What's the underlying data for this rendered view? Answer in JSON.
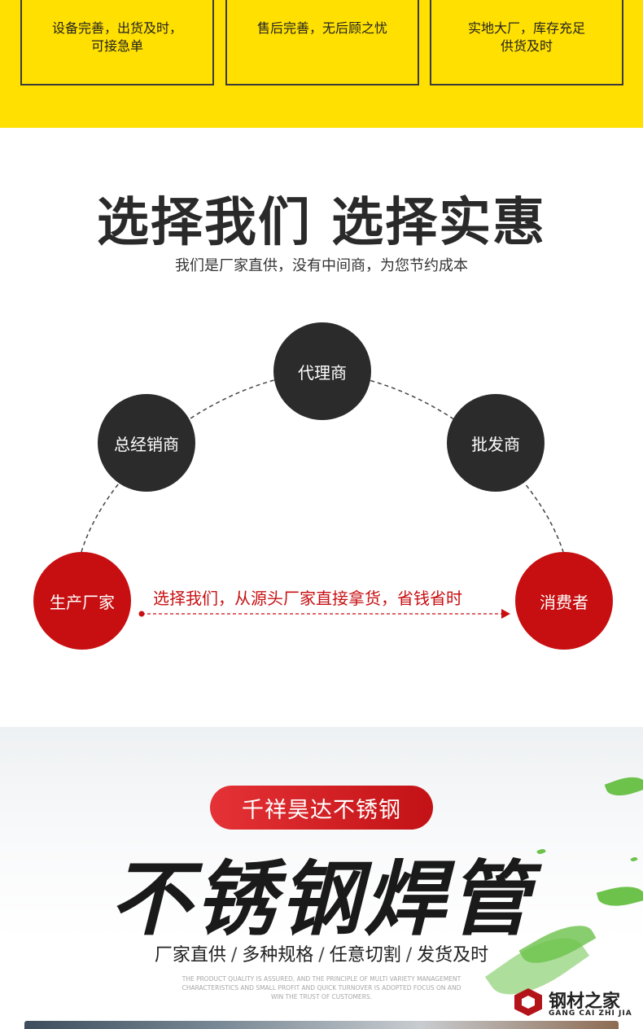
{
  "features": [
    {
      "line1": "设备完善，出货及时，",
      "line2": "可接急单"
    },
    {
      "line1": "售后完善，无后顾之忧",
      "line2": ""
    },
    {
      "line1": "实地大厂，库存充足",
      "line2": "供货及时"
    }
  ],
  "section2": {
    "title": "选择我们 选择实惠",
    "subtitle": "我们是厂家直供，没有中间商，为您节约成本",
    "nodes": {
      "agent": "代理商",
      "distributor": "总经销商",
      "wholesaler": "批发商",
      "manufacturer": "生产厂家",
      "consumer": "消费者"
    },
    "arrow_text": "选择我们，从源头厂家直接拿货，省钱省时"
  },
  "section3": {
    "pill": "千祥昊达不锈钢",
    "title": "不锈钢焊管",
    "taglines": [
      "厂家直供",
      "多种规格",
      "任意切割",
      "发货及时"
    ],
    "separator": "/",
    "en_note_lines": [
      "THE PRODUCT QUALITY IS ASSURED, AND THE PRINCIPLE OF MULTI VARIETY MANAGEMENT",
      "CHARACTERISTICS AND SMALL PROFIT AND QUICK TURNOVER IS ADOPTED FOCUS ON AND",
      "WIN THE TRUST OF CUSTOMERS."
    ]
  },
  "logo": {
    "name": "钢材之家",
    "pinyin": "GANG CAI ZHI JIA"
  },
  "colors": {
    "yellow": "#ffe000",
    "dark_node": "#2b2b2b",
    "red": "#c70f11"
  }
}
